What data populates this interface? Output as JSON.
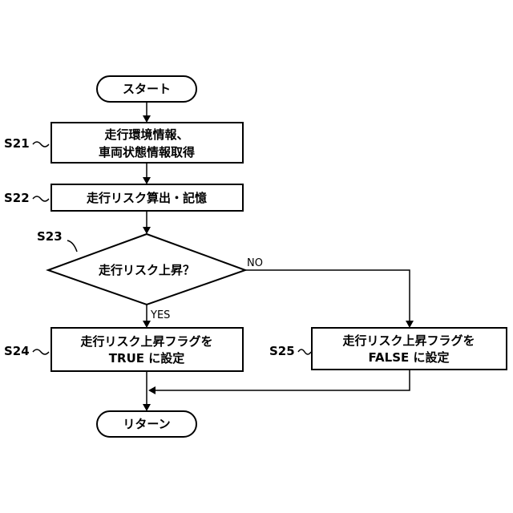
{
  "flowchart": {
    "start": {
      "text": "スタート"
    },
    "s21": {
      "step": "S21",
      "lines": [
        "走行環境情報、",
        "車両状態情報取得"
      ]
    },
    "s22": {
      "step": "S22",
      "lines": [
        "走行リスク算出・記憶"
      ]
    },
    "s23": {
      "step": "S23",
      "text": "走行リスク上昇？",
      "no_label": "NO",
      "yes_label": "YES"
    },
    "s24": {
      "step": "S24",
      "lines": [
        "走行リスク上昇フラグを",
        "TRUE に設定"
      ]
    },
    "s25": {
      "step": "S25",
      "lines": [
        "走行リスク上昇フラグを",
        "FALSE に設定"
      ]
    },
    "end": {
      "text": "リターン"
    }
  }
}
